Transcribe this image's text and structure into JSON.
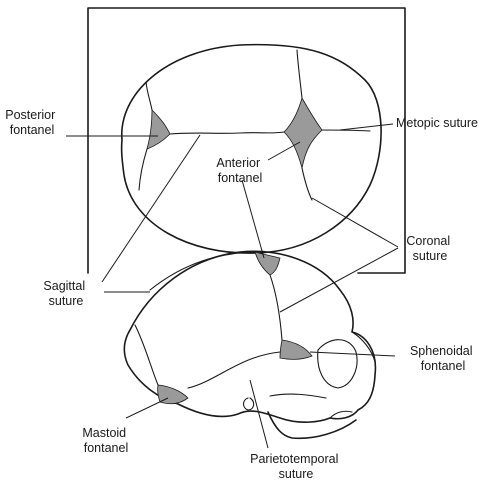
{
  "labels": {
    "posterior_fontanel": [
      "Posterior",
      "fontanel"
    ],
    "metopic_suture": [
      "Metopic suture"
    ],
    "anterior_fontanel": [
      "Anterior",
      "fontanel"
    ],
    "coronal_suture": [
      "Coronal",
      "suture"
    ],
    "sagittal_suture": [
      "Sagittal",
      "suture"
    ],
    "sphenoidal_fontanel": [
      "Sphenoidal",
      "fontanel"
    ],
    "mastoid_fontanel": [
      "Mastoid",
      "fontanel"
    ],
    "parietotemporal_suture": [
      "Parietotemporal",
      "suture"
    ]
  },
  "colors": {
    "ink": "#1a1a1a",
    "fontanel_shade": "#9a9a9a",
    "background": "#ffffff"
  }
}
